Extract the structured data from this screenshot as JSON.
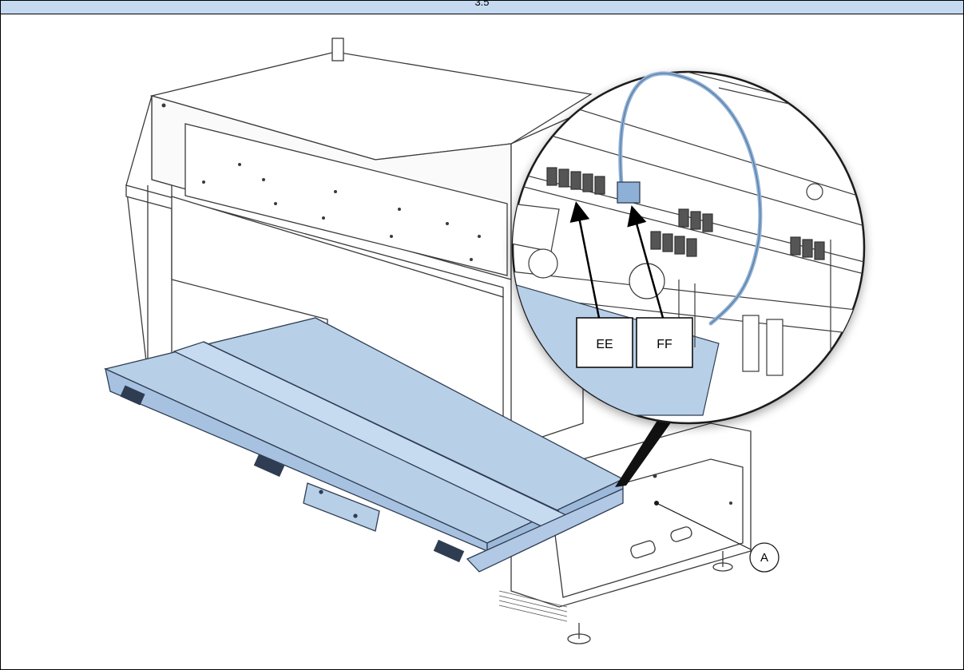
{
  "header": {
    "step": "3.5"
  },
  "callouts": {
    "ee": "EE",
    "ff": "FF",
    "a": "A"
  },
  "colors": {
    "panel_blue": "#b8cfe8",
    "header_blue": "#c5d9f1",
    "cable_blue": "#8eb0d6",
    "line": "#3a3a3a"
  }
}
